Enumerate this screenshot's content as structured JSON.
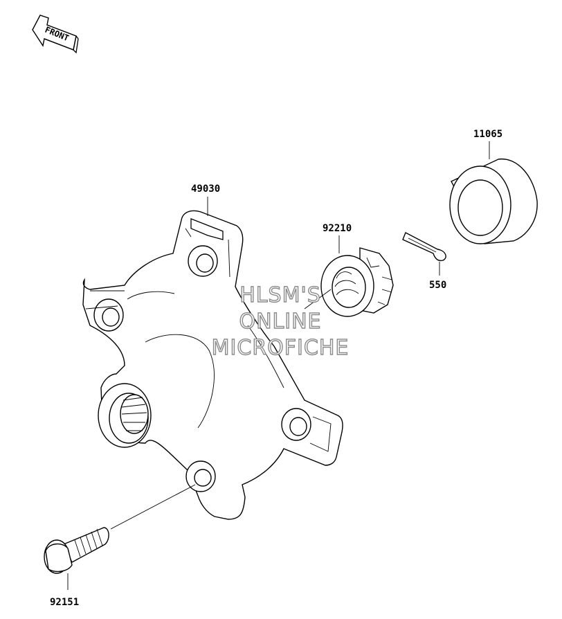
{
  "front_arrow": {
    "label": "FRONT"
  },
  "parts": [
    {
      "id": "hub",
      "number": "49030"
    },
    {
      "id": "nut",
      "number": "92210"
    },
    {
      "id": "pin",
      "number": "550"
    },
    {
      "id": "cap",
      "number": "11065"
    },
    {
      "id": "bolt",
      "number": "92151"
    }
  ],
  "watermark": {
    "line1": "HLSM'S",
    "line2": "ONLINE",
    "line3": "MICROFICHE"
  }
}
